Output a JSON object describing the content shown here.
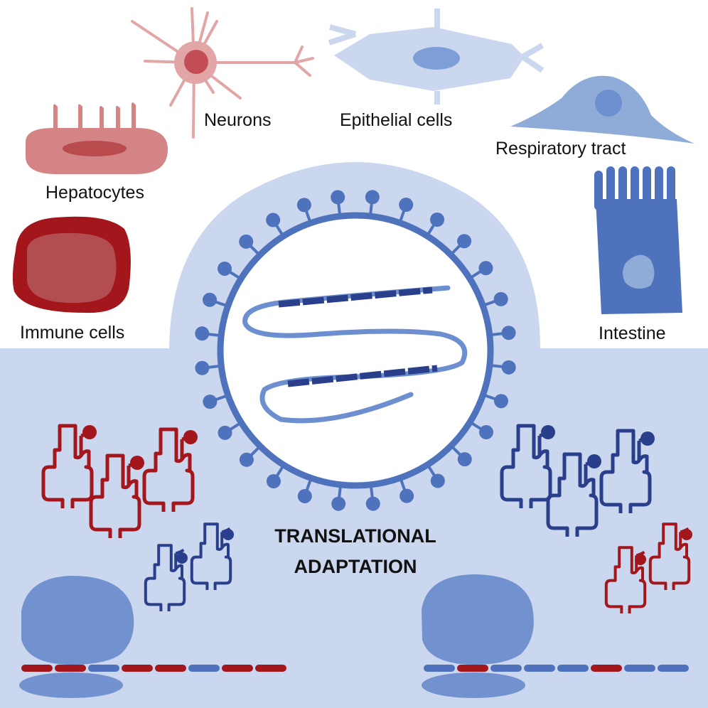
{
  "labels": {
    "neurons": "Neurons",
    "epithelial": "Epithelial cells",
    "respiratory": "Respiratory tract",
    "hepatocytes": "Hepatocytes",
    "immune": "Immune cells",
    "intestine": "Intestine"
  },
  "title": {
    "line1": "TRANSLATIONAL",
    "line2": "ADAPTATION"
  },
  "colors": {
    "background_light_blue": "#cad7ee",
    "virus_blue": "#4f72bd",
    "dark_blue": "#2a3f8c",
    "medium_blue": "#6d8fd0",
    "light_blue_cell": "#8fabd8",
    "ribosome_blue": "#7191cf",
    "red": "#a3161b",
    "pink": "#d48484",
    "pale_pink": "#e2a6a6"
  },
  "mrna_left_codons": [
    "red",
    "red",
    "blue",
    "red",
    "red",
    "blue",
    "red",
    "red"
  ],
  "mrna_right_codons": [
    "blue",
    "red",
    "blue",
    "blue",
    "blue",
    "red",
    "blue",
    "blue"
  ]
}
